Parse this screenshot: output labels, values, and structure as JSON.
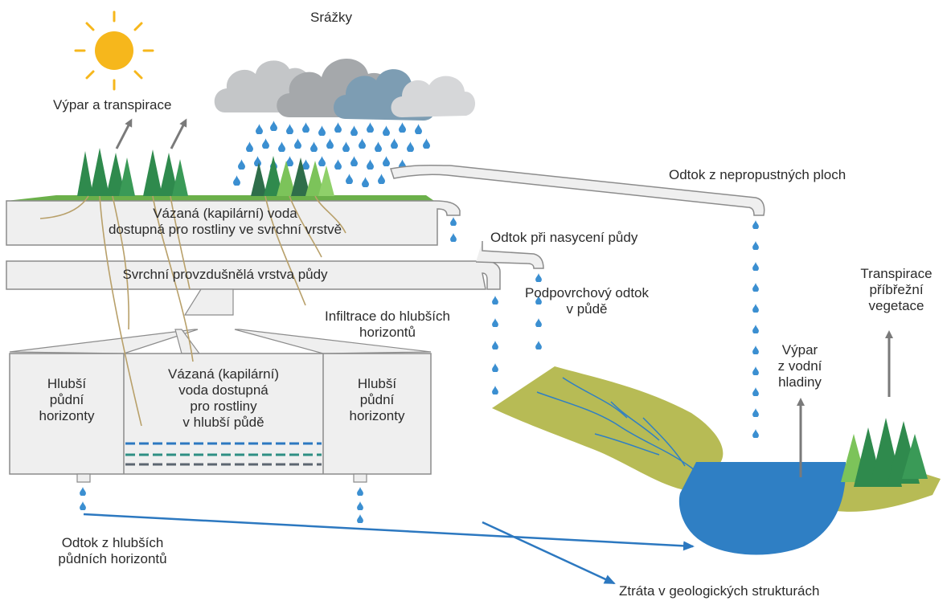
{
  "labels": {
    "srazky": "Srážky",
    "vypar_transpirace": "Výpar a transpirace",
    "odtok_nepropustnych": "Odtok z nepropustných ploch",
    "vazana_horni_1": "Vázaná (kapilární) voda",
    "vazana_horni_2": "dostupná pro rostliny ve svrchní vrstvě",
    "odtok_nasyceni": "Odtok při nasycení půdy",
    "svrchni_vrstva": "Svrchní provzdušnělá vrstva půdy",
    "podpovrchovy_1": "Podpovrchový odtok",
    "podpovrchovy_2": "v půdě",
    "infiltrace_1": "Infiltrace do hlubších",
    "infiltrace_2": "horizontů",
    "transpirace_1": "Transpirace",
    "transpirace_2": "příbřežní",
    "transpirace_3": "vegetace",
    "vypar_hladiny_1": "Výpar",
    "vypar_hladiny_2": "z vodní",
    "vypar_hladiny_3": "hladiny",
    "hlubsi_left_1": "Hlubší",
    "hlubsi_left_2": "půdní",
    "hlubsi_left_3": "horizonty",
    "vazana_dolni_1": "Vázaná (kapilární)",
    "vazana_dolni_2": "voda dostupná",
    "vazana_dolni_3": "pro rostliny",
    "vazana_dolni_4": "v hlubší půdě",
    "hlubsi_right_1": "Hlubší",
    "hlubsi_right_2": "půdní",
    "hlubsi_right_3": "horizonty",
    "odtok_hlubsich_1": "Odtok z hlubších",
    "odtok_hlubsich_2": "půdních horizontů",
    "ztrata": "Ztráta v geologických strukturách"
  },
  "colors": {
    "sun": "#f6b71c",
    "cloud_dark": "#a5a8ab",
    "cloud_mid": "#c4c6c8",
    "cloud_blue": "#7d9db3",
    "cloud_light": "#d6d7d9",
    "raindrop": "#3b8fd1",
    "tree_dark": "#2f8a4d",
    "tree_light": "#7cc35a",
    "grass": "#6bb04a",
    "soil_box": "#efefef",
    "soil_stroke": "#8c8c8c",
    "root": "#b8a06a",
    "water": "#2f7fc4",
    "bank": "#b7bb55",
    "arrow_gray": "#7a7a7a",
    "flow_arrow": "#2c78c0"
  }
}
